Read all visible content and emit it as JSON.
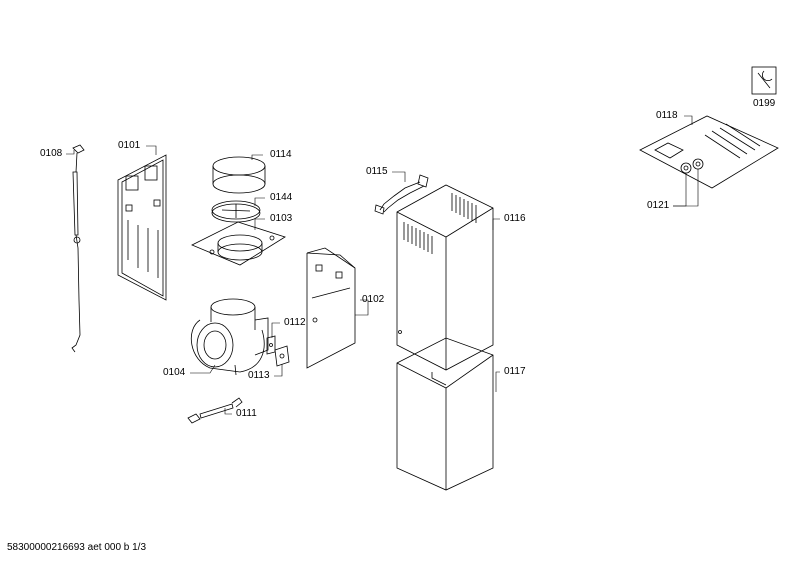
{
  "parts": {
    "p0108": "0108",
    "p0101": "0101",
    "p0114": "0114",
    "p0144": "0144",
    "p0103": "0103",
    "p0115": "0115",
    "p0116": "0116",
    "p0102": "0102",
    "p0112": "0112",
    "p0104": "0104",
    "p0113": "0113",
    "p0111": "0111",
    "p0117": "0117",
    "p0118": "0118",
    "p0121": "0121",
    "p0199": "0199"
  },
  "footer": {
    "doc_id": "58300000216693 aet 000 b 1/3"
  },
  "colors": {
    "line": "#000000",
    "gray": "#555555"
  }
}
